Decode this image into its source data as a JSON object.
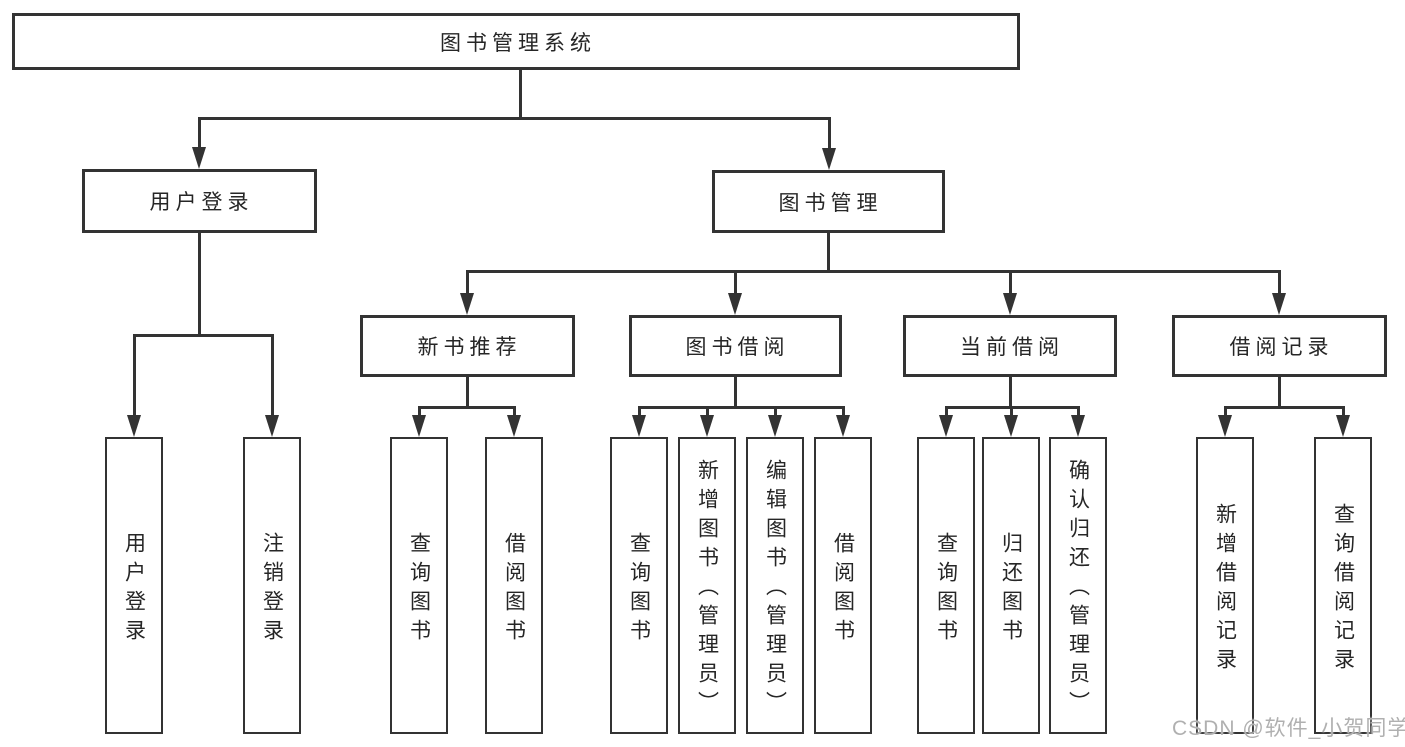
{
  "diagram": {
    "title": "图书管理系统",
    "level2": [
      {
        "label": "用户登录"
      },
      {
        "label": "图书管理"
      }
    ],
    "level3": [
      {
        "label": "新书推荐",
        "parent": "图书管理"
      },
      {
        "label": "图书借阅",
        "parent": "图书管理"
      },
      {
        "label": "当前借阅",
        "parent": "图书管理"
      },
      {
        "label": "借阅记录",
        "parent": "图书管理"
      }
    ],
    "leaves": [
      {
        "label": "用户登录",
        "parent": "用户登录"
      },
      {
        "label": "注销登录",
        "parent": "用户登录"
      },
      {
        "label": "查询图书",
        "parent": "新书推荐"
      },
      {
        "label": "借阅图书",
        "parent": "新书推荐"
      },
      {
        "label": "查询图书",
        "parent": "图书借阅"
      },
      {
        "label": "新增图书（管理员）",
        "parent": "图书借阅"
      },
      {
        "label": "编辑图书（管理员）",
        "parent": "图书借阅"
      },
      {
        "label": "借阅图书",
        "parent": "图书借阅"
      },
      {
        "label": "查询图书",
        "parent": "当前借阅"
      },
      {
        "label": "归还图书",
        "parent": "当前借阅"
      },
      {
        "label": "确认归还（管理员）",
        "parent": "当前借阅"
      },
      {
        "label": "新增借阅记录",
        "parent": "借阅记录"
      },
      {
        "label": "查询借阅记录",
        "parent": "借阅记录"
      }
    ]
  },
  "watermark": {
    "text": "CSDN @软件_小贺同学"
  },
  "colors": {
    "line": "#333333",
    "text": "#262626",
    "background": "#ffffff",
    "watermark": "#b0b0b0"
  }
}
